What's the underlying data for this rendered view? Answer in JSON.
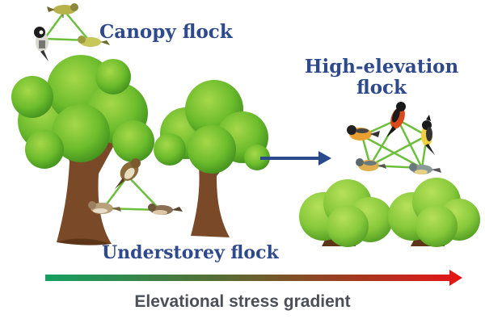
{
  "labels": {
    "canopy": "Canopy flock",
    "high_line1": "High-elevation",
    "high_line2": "flock",
    "understorey": "Understorey flock"
  },
  "axis_label": "Elevational stress gradient",
  "colors": {
    "label_blue": "#2e4a8c",
    "link_green": "#6bbf3a",
    "arrow_blue": "#2a4a8a",
    "gradient_start": "#14a060",
    "gradient_end": "#e01818",
    "foliage": "#6cbc2c",
    "trunk": "#7a4a28",
    "shrub": "#8ccf3c"
  },
  "icons": [
    "tree-icon",
    "shrub-icon",
    "bird-icon",
    "arrow-icon"
  ]
}
